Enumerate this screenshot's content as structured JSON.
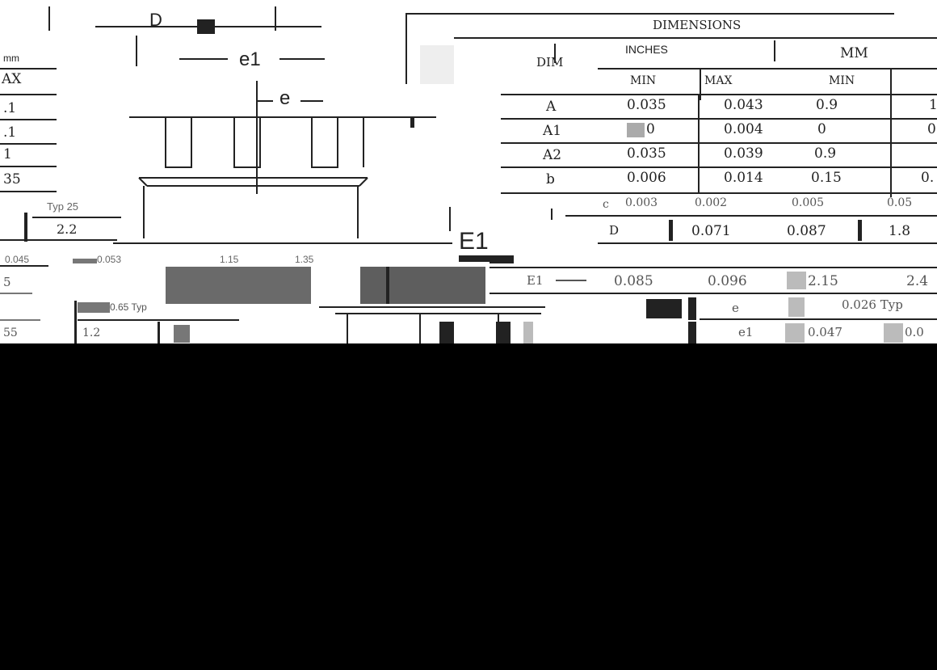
{
  "table": {
    "title": "DIMENSIONS",
    "dim_header": "DIM",
    "inches_header": "INCHES",
    "mm_header": "MM",
    "min_label": "MIN",
    "max_label": "MAX",
    "rows": [
      {
        "dim": "A",
        "in_min": "0.035",
        "in_max": "0.043",
        "mm_min": "0.9",
        "mm_max": "1"
      },
      {
        "dim": "A1",
        "in_min": "0",
        "in_max": "0.004",
        "mm_min": "0",
        "mm_max": "0"
      },
      {
        "dim": "A2",
        "in_min": "0.035",
        "in_max": "0.039",
        "mm_min": "0.9",
        "mm_max": ""
      },
      {
        "dim": "b",
        "in_min": "0.006",
        "in_max": "0.014",
        "mm_min": "0.15",
        "mm_max": "0."
      },
      {
        "dim": "c",
        "in_min": "0.003",
        "in_max": "0.002",
        "mm_min": "0.005",
        "mm_max": "0.05"
      },
      {
        "dim": "D",
        "in_min": "0.071",
        "in_max": "0.087",
        "mm_min": "1.8",
        "mm_max": ""
      },
      {
        "dim": "E1",
        "in_min": "0.085",
        "in_max": "0.096",
        "mm_min": "2.15",
        "mm_max": "2.4"
      },
      {
        "dim": "e",
        "in_span": "0.026 Typ"
      },
      {
        "dim": "e1",
        "in_min": "0.047",
        "in_max": "0.0"
      }
    ]
  },
  "left_table": {
    "mm_label": "mm",
    "max_label": "AX",
    "values": [
      ".1",
      ".1",
      "1",
      "35"
    ],
    "typ_partial": "Typ 25",
    "d_max": "2.2",
    "e_row": [
      "0.045",
      "0.053",
      "1.15",
      "1.35"
    ],
    "e1_row": "5",
    "e_typ": "0.65 Typ",
    "e1_vals": [
      "55",
      "1.2"
    ]
  },
  "drawing": {
    "label_d": "D",
    "label_e1": "e1",
    "label_e": "e",
    "label_big_e1": "E1"
  }
}
